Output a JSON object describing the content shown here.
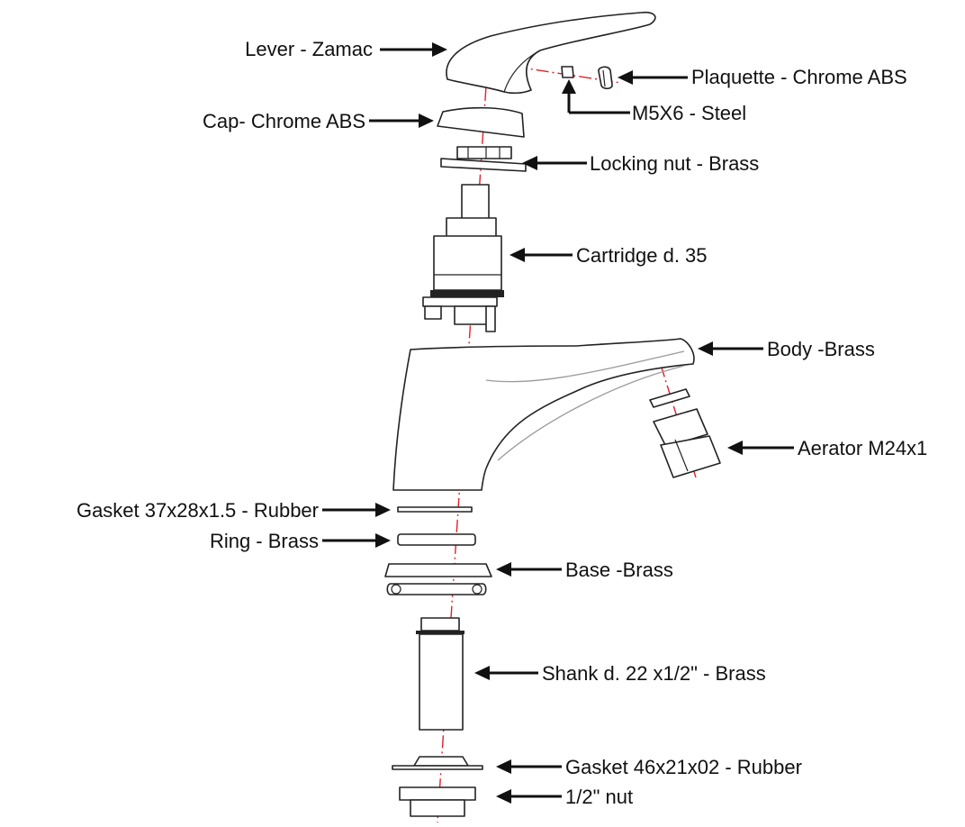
{
  "parts": {
    "lever": "Lever - Zamac",
    "plaquette": "Plaquette - Chrome ABS",
    "screw": "M5X6 - Steel",
    "cap": "Cap- Chrome ABS",
    "locking_nut": "Locking nut - Brass",
    "cartridge": "Cartridge d. 35",
    "body": "Body -Brass",
    "aerator": "Aerator M24x1",
    "gasket_top": "Gasket 37x28x1.5 - Rubber",
    "ring": "Ring - Brass",
    "base": "Base -Brass",
    "shank": "Shank d. 22 x1/2\" - Brass",
    "gasket_bottom": "Gasket 46x21x02 - Rubber",
    "nut": "1/2\" nut"
  },
  "colors": {
    "axis_line": "#e0202a",
    "outline": "#222222",
    "arrow": "#111111"
  }
}
